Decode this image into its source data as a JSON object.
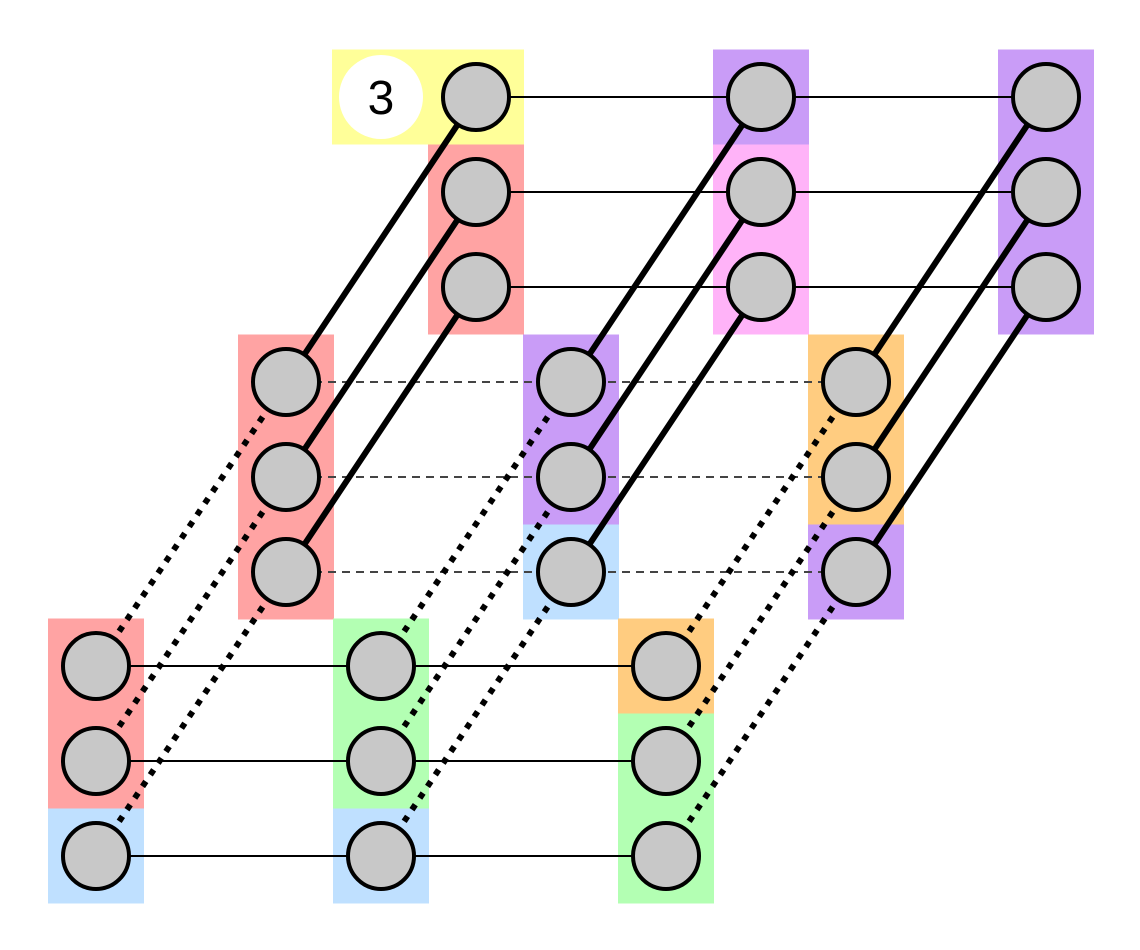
{
  "badge": {
    "label": "3"
  },
  "colors": {
    "yellow": "#ffff99",
    "red": "#ffa3a3",
    "purple": "#c99cf7",
    "pink": "#ffb3f8",
    "orange": "#ffcc80",
    "blue": "#bfe0ff",
    "green": "#b3ffb3",
    "node": "#c8c8c8"
  },
  "layers": [
    {
      "name": "top",
      "columns": [
        [
          "yellow",
          "red",
          "red"
        ],
        [
          "purple",
          "pink",
          "pink"
        ],
        [
          "purple",
          "purple",
          "purple"
        ]
      ]
    },
    {
      "name": "middle",
      "columns": [
        [
          "red",
          "red",
          "red"
        ],
        [
          "purple",
          "purple",
          "blue"
        ],
        [
          "orange",
          "orange",
          "purple"
        ]
      ]
    },
    {
      "name": "bottom",
      "columns": [
        [
          "red",
          "red",
          "blue"
        ],
        [
          "green",
          "green",
          "blue"
        ],
        [
          "orange",
          "green",
          "green"
        ]
      ]
    }
  ],
  "edges": {
    "top_horizontal": "solid-thin",
    "middle_horizontal": "dashed",
    "bottom_horizontal": "solid-thin",
    "top_to_middle": "solid-thick",
    "middle_to_bottom": "dotted"
  }
}
